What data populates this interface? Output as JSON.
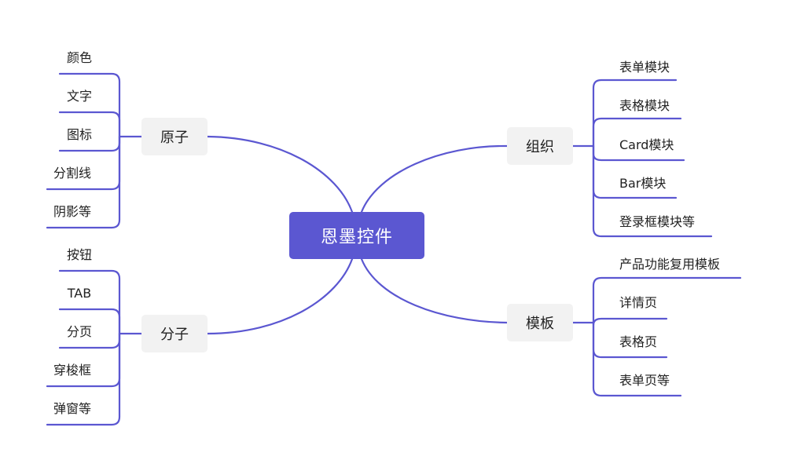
{
  "root": {
    "label": "恩墨控件"
  },
  "colors": {
    "line": "#5b57d1",
    "root_bg": "#5b57d1",
    "branch_bg": "#f2f2f2"
  },
  "branches": {
    "atom": {
      "label": "原子",
      "items": [
        "颜色",
        "文字",
        "图标",
        "分割线",
        "阴影等"
      ]
    },
    "molecule": {
      "label": "分子",
      "items": [
        "按钮",
        "TAB",
        "分页",
        "穿梭框",
        "弹窗等"
      ]
    },
    "organism": {
      "label": "组织",
      "items": [
        "表单模块",
        "表格模块",
        "Card模块",
        "Bar模块",
        "登录框模块等"
      ]
    },
    "template": {
      "label": "模板",
      "items": [
        "产品功能复用模板",
        "详情页",
        "表格页",
        "表单页等"
      ]
    }
  }
}
